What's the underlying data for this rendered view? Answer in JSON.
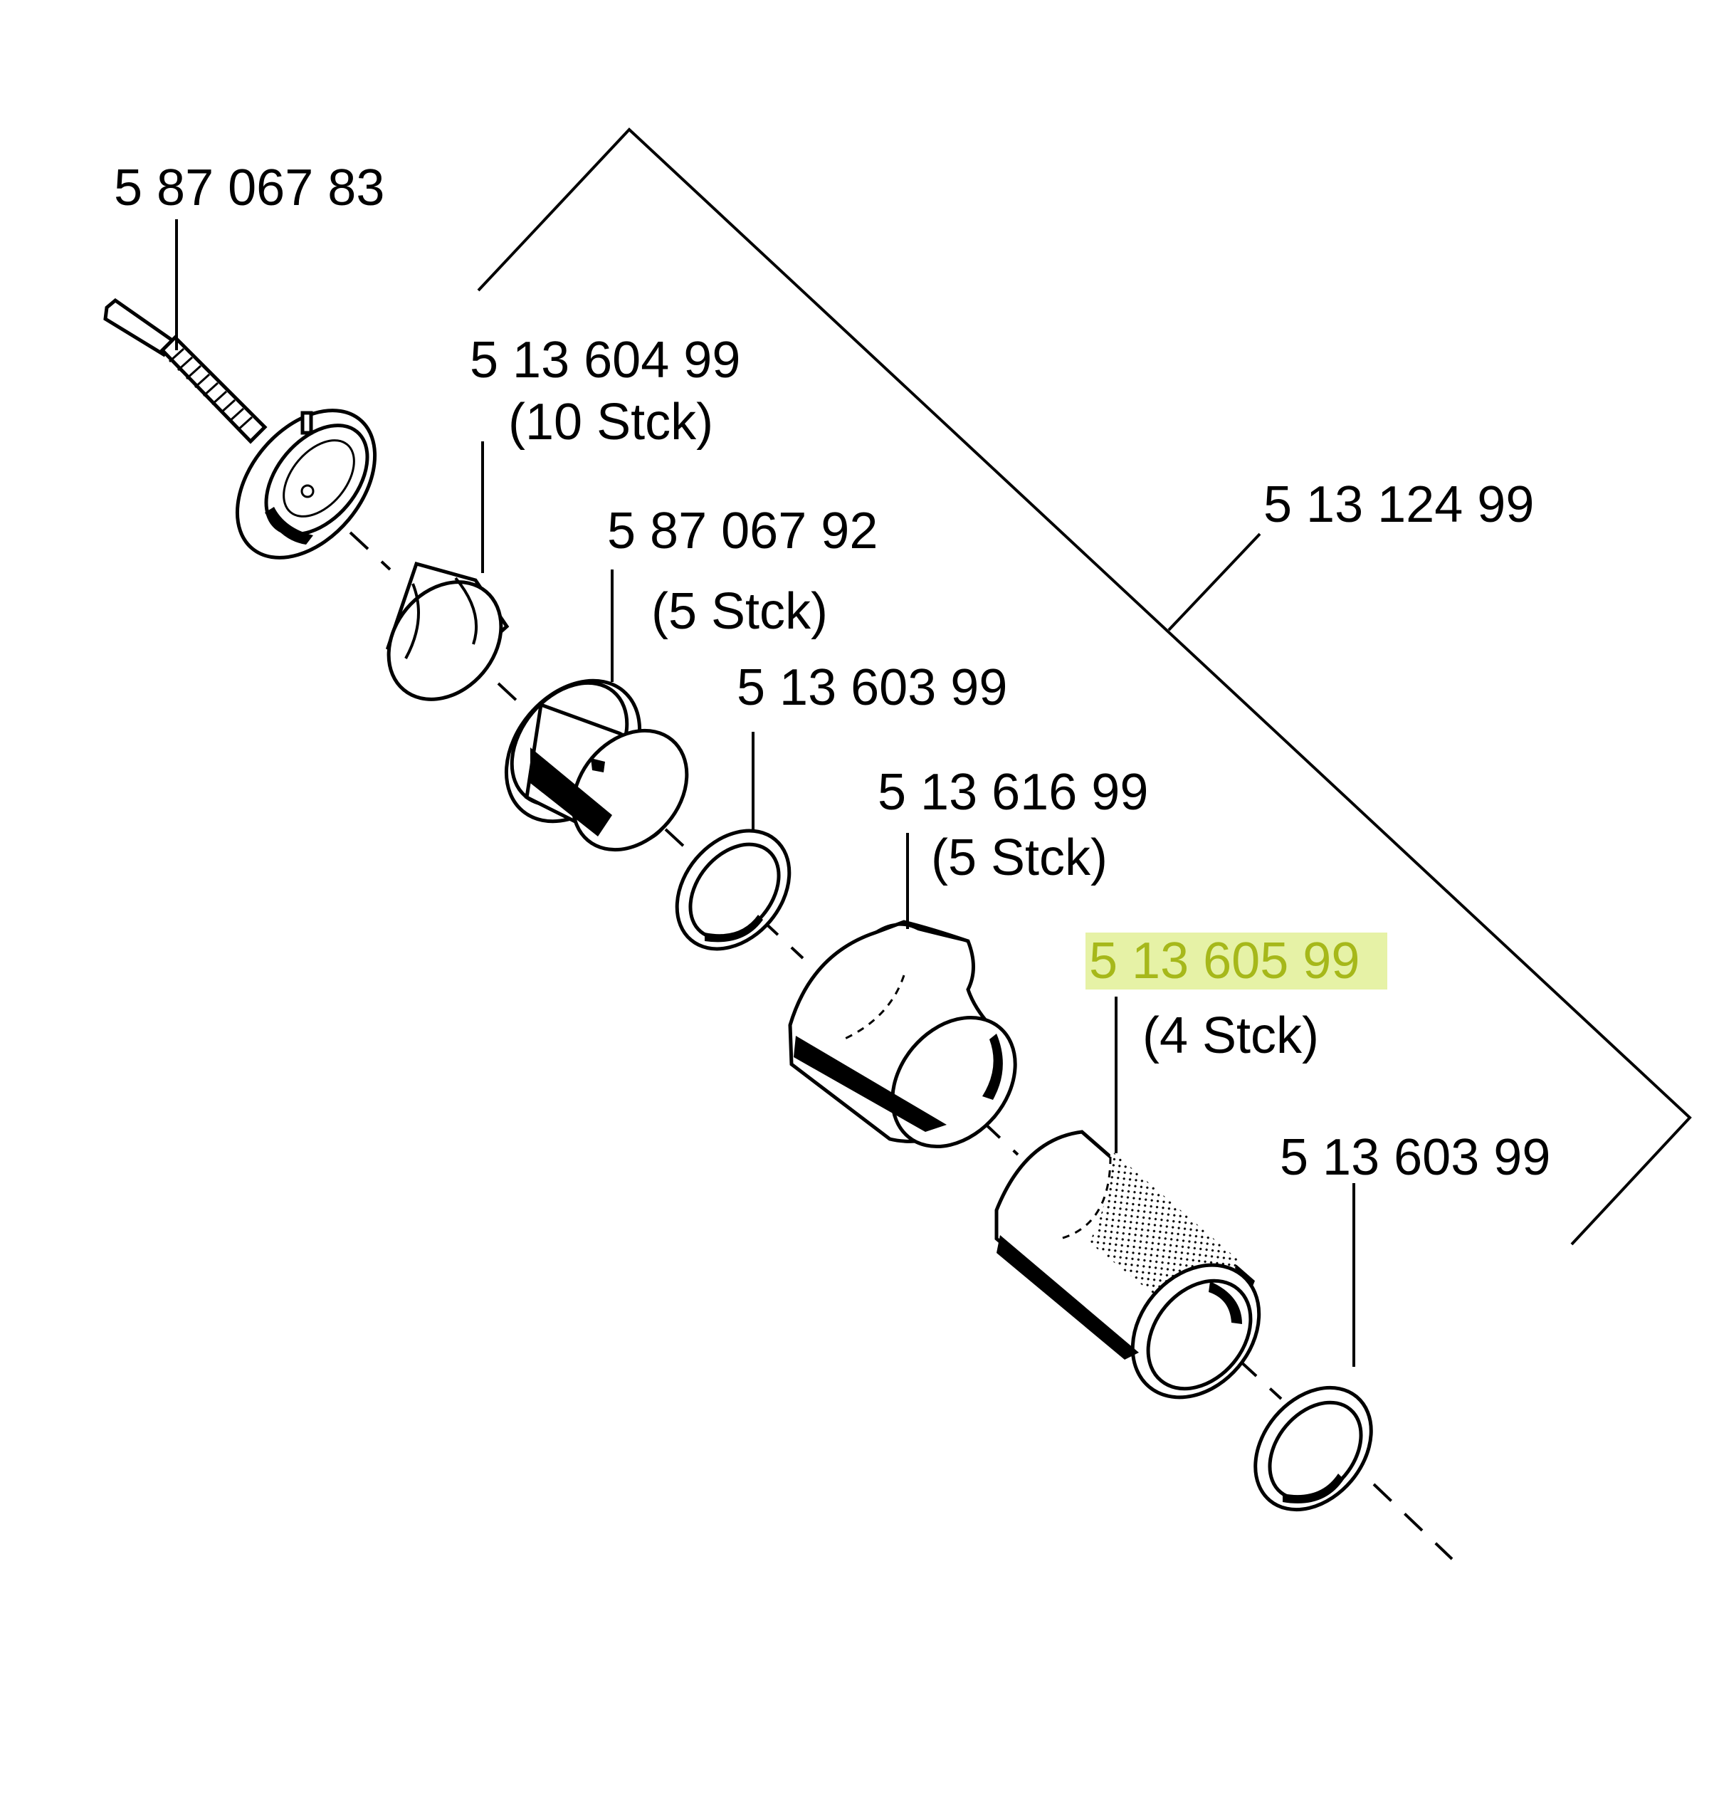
{
  "highlight_color": "#e6f2a6",
  "highlight_text_color": "#a6b81a",
  "labels": {
    "main_jet": "5 87 067 83",
    "filter": "5 13 604 99",
    "filter_qty": "(10   Stck)",
    "kit": "5 13 124  99",
    "cup": "5 87 067 92",
    "cup_qty": "(5   Stck)",
    "seal_1": "5 13 603 99",
    "sleeve": "5 13 616  99",
    "sleeve_qty": "(5   Stck)",
    "screen": "5 13 605 99",
    "screen_qty": "(4   Stck)",
    "seal_2": "5 13 603 99"
  }
}
